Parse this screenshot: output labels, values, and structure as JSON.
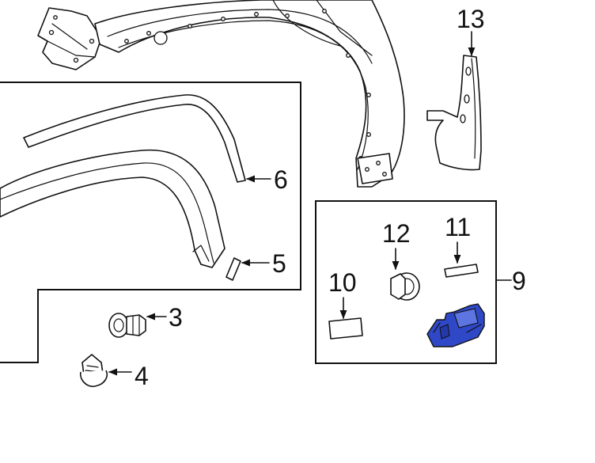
{
  "callouts": {
    "n3": "3",
    "n4": "4",
    "n5": "5",
    "n6": "6",
    "n9": "9",
    "n10": "10",
    "n11": "11",
    "n12": "12",
    "n13": "13"
  },
  "colors": {
    "highlight_part": "#2f48c8",
    "line": "#111111",
    "background": "#ffffff"
  }
}
